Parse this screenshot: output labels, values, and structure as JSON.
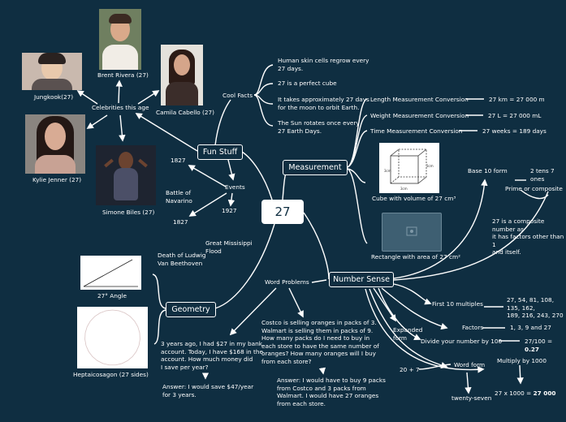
{
  "center": "27",
  "branches": {
    "fun_stuff": "Fun Stuff",
    "measurement": "Measurement",
    "number_sense": "Number Sense",
    "geometry": "Geometry"
  },
  "fun_stuff": {
    "celebrities_label": "Celebrities this age",
    "celebrities": [
      "Jungkook(27)",
      "Brent Rivera (27)",
      "Camila Cabello (27)",
      "Kylie Jenner (27)",
      "Simone Biles (27)"
    ],
    "cool_facts_label": "Cool Facts",
    "cool_facts": [
      "Human skin cells regrow every\n27 days.",
      "27 is a perfect cube",
      "It takes approximately 27 days\nfor the moon to orbit Earth.",
      "The Sun rotates once every\n27 Earth Days."
    ],
    "events_label": "Events",
    "events": [
      {
        "year": "1827",
        "event": "Battle of\nNavarino"
      },
      {
        "year": "1827",
        "event": "Death of Ludwig\nVan Beethoven"
      },
      {
        "year": "1927",
        "event": "Great Missisippi\nFlood"
      }
    ]
  },
  "measurement": {
    "conversions": [
      {
        "label": "Length Measurement Conversion",
        "value": "27 km = 27 000 m"
      },
      {
        "label": "Weight Measurement Conversion",
        "value": "27 L = 27 000 mL"
      },
      {
        "label": "Time Measurement Conversion",
        "value": "27 weeks = 189 days"
      }
    ],
    "cube_caption": "Cube with volume of 27 cm³",
    "cube_dims": [
      "3cm",
      "3cm",
      "3cm"
    ],
    "rectangle_caption": "Rectangle with area of 27 cm²"
  },
  "number_sense": {
    "base10_label": "Base 10 form",
    "base10_value": "2 tens 7 ones",
    "prime_label": "Prime or composite",
    "prime_value": "27 is a composite number as\nit has factors other than 1\nand itself.",
    "multiples_label": "First 10 multiples",
    "multiples_value": "27, 54, 81, 108, 135, 162,\n189, 216, 243, 270",
    "factors_label": "Factors",
    "factors_value": "1, 3, 9 and 27",
    "divide_label": "Divide your number by 100",
    "divide_value_prefix": "27/100 = ",
    "divide_value_bold": "0.27",
    "expanded_label": "Expanded\nform",
    "expanded_value": "20 + 7",
    "word_label": "Word form",
    "word_value": "twenty-seven",
    "multiply_label": "Multiply by 1000",
    "multiply_value_prefix": "27 x 1000 = ",
    "multiply_value_bold": "27 000"
  },
  "word_problems": {
    "label": "Word Problems",
    "problems": [
      {
        "question": "3 years ago, I had $27 in my bank\naccount. Today, I have $168 in the\naccount. How much money did\nI save per year?",
        "answer": "Answer: I would save $47/year\nfor 3 years."
      },
      {
        "question": "Costco is selling oranges in packs of 3.\nWalmart is selling them in packs of 9.\nHow many packs do I need to buy in\neach store to have the same number of\noranges? How many oranges will I buy\nfrom each store?",
        "answer": "Answer: I would have to buy 9 packs\nfrom Costco and 3 packs from\nWalmart. I would have 27 oranges\nfrom each store."
      }
    ]
  },
  "geometry": {
    "angle_caption": "27° Angle",
    "polygon_caption": "Heptaicosagon (27 sides)",
    "polygon_sides": 27
  },
  "colors": {
    "background": "#0f2e41",
    "lines": "#ffffff",
    "center_fill": "#ffffff",
    "center_text": "#0f2e41"
  }
}
